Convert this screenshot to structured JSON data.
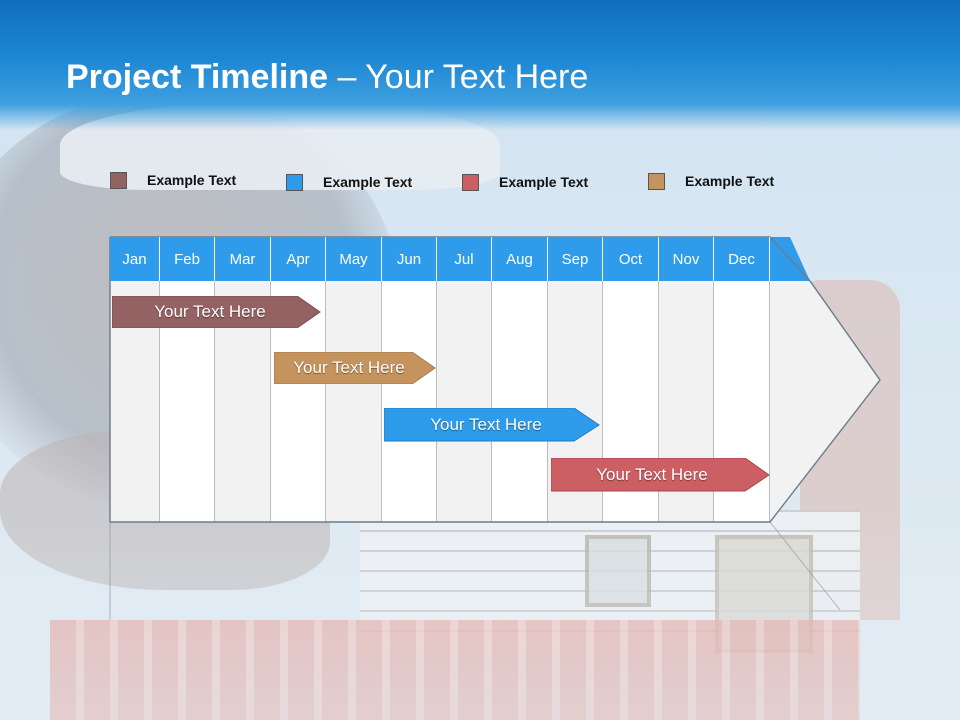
{
  "title": {
    "main": "Project Timeline",
    "separator": "–",
    "sub": "Your Text Here"
  },
  "legend": [
    {
      "label": "Example Text",
      "color": "#956263"
    },
    {
      "label": "Example Text",
      "color": "#2e9cea"
    },
    {
      "label": "Example Text",
      "color": "#cc5f63"
    },
    {
      "label": "Example Text",
      "color": "#c5935e"
    }
  ],
  "months": [
    "Jan",
    "Feb",
    "Mar",
    "Apr",
    "May",
    "Jun",
    "Jul",
    "Aug",
    "Sep",
    "Oct",
    "Nov",
    "Dec"
  ],
  "tasks": [
    {
      "label": "Your  Text Here",
      "color": "#956263"
    },
    {
      "label": "Your  Text Here",
      "color": "#c5935e"
    },
    {
      "label": "Your  Text Here",
      "color": "#2e9cea"
    },
    {
      "label": "Your  Text Here",
      "color": "#cc5f63"
    }
  ],
  "colors": {
    "header": "#1d87d3",
    "month_bar": "#2e9cea",
    "frame": "#6d7b8a"
  }
}
